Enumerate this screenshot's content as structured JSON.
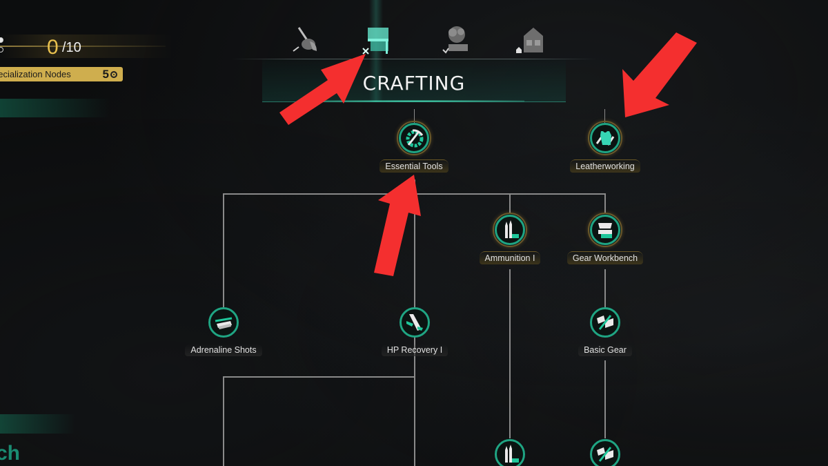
{
  "hud": {
    "points_current": "0",
    "points_total": "/10",
    "specialization_label": "pecialization Nodes",
    "specialization_count": "5",
    "side_partial_text": "ch"
  },
  "tabs": [
    {
      "name": "combat",
      "icon": "axe-icon",
      "active": false
    },
    {
      "name": "crafting",
      "icon": "workbench-icon",
      "active": true
    },
    {
      "name": "farming",
      "icon": "tree-planter-icon",
      "active": false
    },
    {
      "name": "base",
      "icon": "house-icon",
      "active": false
    }
  ],
  "header": {
    "title": "CRAFTING"
  },
  "nodes": [
    {
      "id": "essential-tools",
      "label": "Essential Tools",
      "icon": "pickaxe-gear-icon",
      "unlocked": true
    },
    {
      "id": "leatherworking",
      "label": "Leatherworking",
      "icon": "leather-vest-icon",
      "unlocked": true
    },
    {
      "id": "ammunition-1",
      "label": "Ammunition I",
      "icon": "bullets-icon",
      "unlocked": true
    },
    {
      "id": "gear-workbench",
      "label": "Gear Workbench",
      "icon": "gear-workbench-icon",
      "unlocked": true
    },
    {
      "id": "adrenaline-shots",
      "label": "Adrenaline Shots",
      "icon": "syringe-icon",
      "unlocked": false
    },
    {
      "id": "hp-recovery-1",
      "label": "HP Recovery I",
      "icon": "medkit-icon",
      "unlocked": false
    },
    {
      "id": "basic-gear",
      "label": "Basic Gear",
      "icon": "basic-gear-icon",
      "unlocked": false
    },
    {
      "id": "ammunition-2",
      "label": "",
      "icon": "bullets-icon",
      "unlocked": false
    },
    {
      "id": "gear-upgrade",
      "label": "",
      "icon": "basic-gear-icon",
      "unlocked": false
    }
  ],
  "colors": {
    "accent": "#1fa583",
    "gold": "#cfae4e",
    "points": "#e8c04e",
    "annotation_arrow": "#f42f2f"
  }
}
